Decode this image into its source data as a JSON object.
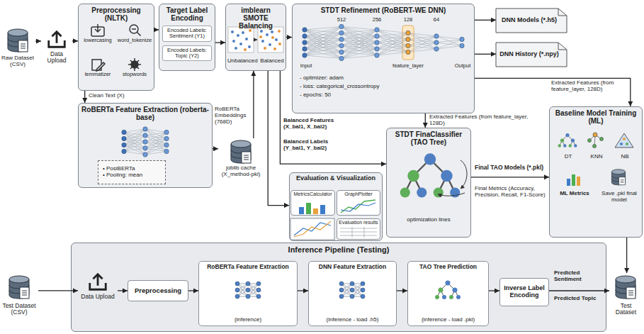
{
  "diagram": {
    "nodes": [
      {
        "text": [
          "Raw Dataset (CSV)"
        ]
      },
      {
        "text": [
          "Data Upload"
        ]
      },
      {
        "text": [
          "Preprocessing (NLTK)"
        ]
      },
      {
        "text": [
          "lowercasing"
        ],
        "in": 2
      },
      {
        "text": [
          "word_tokenize"
        ],
        "in": 2
      },
      {
        "text": [
          "lemmatizer"
        ],
        "in": 2
      },
      {
        "text": [
          "stopwords"
        ],
        "in": 2
      },
      {
        "text": [
          "Target Label Encoding",
          "Encoded Labels: Sentiment (Y1)",
          "Encoded Labels: Topic (Y2)"
        ]
      },
      {
        "text": [
          "RoBERTa Feature Extraction (roberta-base)"
        ]
      },
      {
        "text": [
          "• PosiBERTa",
          "• Pooling: mean"
        ],
        "in": 8
      },
      {
        "text": [
          "joblib cache (X_method-pkl)"
        ]
      },
      {
        "text": [
          "imblearn SMOTE Balancing",
          "Unbalanced",
          "Balanced"
        ]
      },
      {
        "text": [
          "STDT Refinement (RoBERT-WE DNN)",
          "- optimizer: adam",
          "- loss: categorical_crossontropy",
          "- epochs: 50"
        ]
      },
      {
        "text": [
          "DNN Models (*.h5)"
        ]
      },
      {
        "text": [
          "DNN History (*.npy)"
        ]
      },
      {
        "text": [
          "Evaluation & Visualization"
        ]
      },
      {
        "text": [
          "MetricsCalculator"
        ],
        "in": 15
      },
      {
        "text": [
          "GraphPlotter"
        ],
        "in": 15
      },
      {
        "text": [
          "Evaluation results"
        ],
        "in": 15
      },
      {
        "text": [
          "STDT FinaClassifier (TAO Tree)",
          "optimization lines"
        ]
      },
      {
        "text": [
          "Baseline Model Training (ML)",
          "DT",
          "KNN",
          "NB",
          "ML Metrics",
          "Save .pkl final model"
        ]
      },
      {
        "text": [
          "Test Dataset (CSV)"
        ]
      },
      {
        "text": [
          "Inference Pipeline (Testing)"
        ]
      },
      {
        "text": [
          "Data Upload"
        ],
        "in": 22
      },
      {
        "text": [
          "Preprocessing"
        ],
        "in": 22
      },
      {
        "text": [
          "RoBERTa Feature Extraction",
          "(inference)"
        ],
        "in": 22
      },
      {
        "text": [
          "DNN Feature Extraction",
          "(inference - load .h5)"
        ],
        "in": 22
      },
      {
        "text": [
          "TAO Tree Prediction",
          "(inference - load .pkl)"
        ],
        "in": 22
      },
      {
        "text": [
          "Inverse Label Encoding"
        ],
        "in": 22
      },
      {
        "text": [
          "Test Dataset"
        ]
      }
    ],
    "edges": [
      {
        "from": 0,
        "to": 1,
        "arrow": "to"
      },
      {
        "from": 1,
        "to": 2,
        "arrow": "to"
      },
      {
        "from": 2,
        "to": 7,
        "arrow": "to"
      },
      {
        "from": 2,
        "to": 8,
        "arrow": "to"
      },
      {
        "from": 8,
        "to": 10,
        "arrow": "to"
      },
      {
        "from": 10,
        "to": 11,
        "arrow": "to"
      },
      {
        "from": 7,
        "to": 11,
        "arrow": "to"
      },
      {
        "from": 11,
        "to": 12,
        "arrow": "to"
      },
      {
        "from": 11,
        "to": 19,
        "arrow": "to"
      },
      {
        "from": 11,
        "to": 15,
        "arrow": "to"
      },
      {
        "from": 12,
        "to": 13,
        "arrow": "to"
      },
      {
        "from": 12,
        "to": 14,
        "arrow": "to"
      },
      {
        "from": 12,
        "to": 19,
        "arrow": "to"
      },
      {
        "from": 12,
        "to": 20,
        "arrow": "to"
      },
      {
        "from": 19,
        "to": 20,
        "arrow": "to"
      },
      {
        "from": 20,
        "to": 29,
        "arrow": "to"
      },
      {
        "from": 21,
        "to": 23,
        "arrow": "to"
      },
      {
        "from": 23,
        "to": 24,
        "arrow": "to"
      },
      {
        "from": 24,
        "to": 25,
        "arrow": "to"
      },
      {
        "from": 25,
        "to": 26,
        "arrow": "to"
      },
      {
        "from": 26,
        "to": 27,
        "arrow": "to"
      },
      {
        "from": 27,
        "to": 28,
        "arrow": "to"
      },
      {
        "from": 28,
        "to": 29,
        "arrow": "to"
      }
    ],
    "labels": [
      "Clean Text (X)",
      "RoBERTa Embeddings (768D)",
      "Input",
      "512",
      "256",
      "128",
      "64",
      "Output",
      "feature_layer",
      "Balanced Features (X_bal1, X_bal2)",
      "Balanced Labels (Y_bal1, Y_bal2)",
      "Extracted Features (from feature_layer, 128D)",
      "Extracted Features (from feature_layer, 128D)",
      "Final TAO Models (*.pkl)",
      "Final Metrics (Accuracy, Precision, Recall, F1-Score)",
      "Predicted Sentiment",
      "Predicted Topic"
    ]
  }
}
